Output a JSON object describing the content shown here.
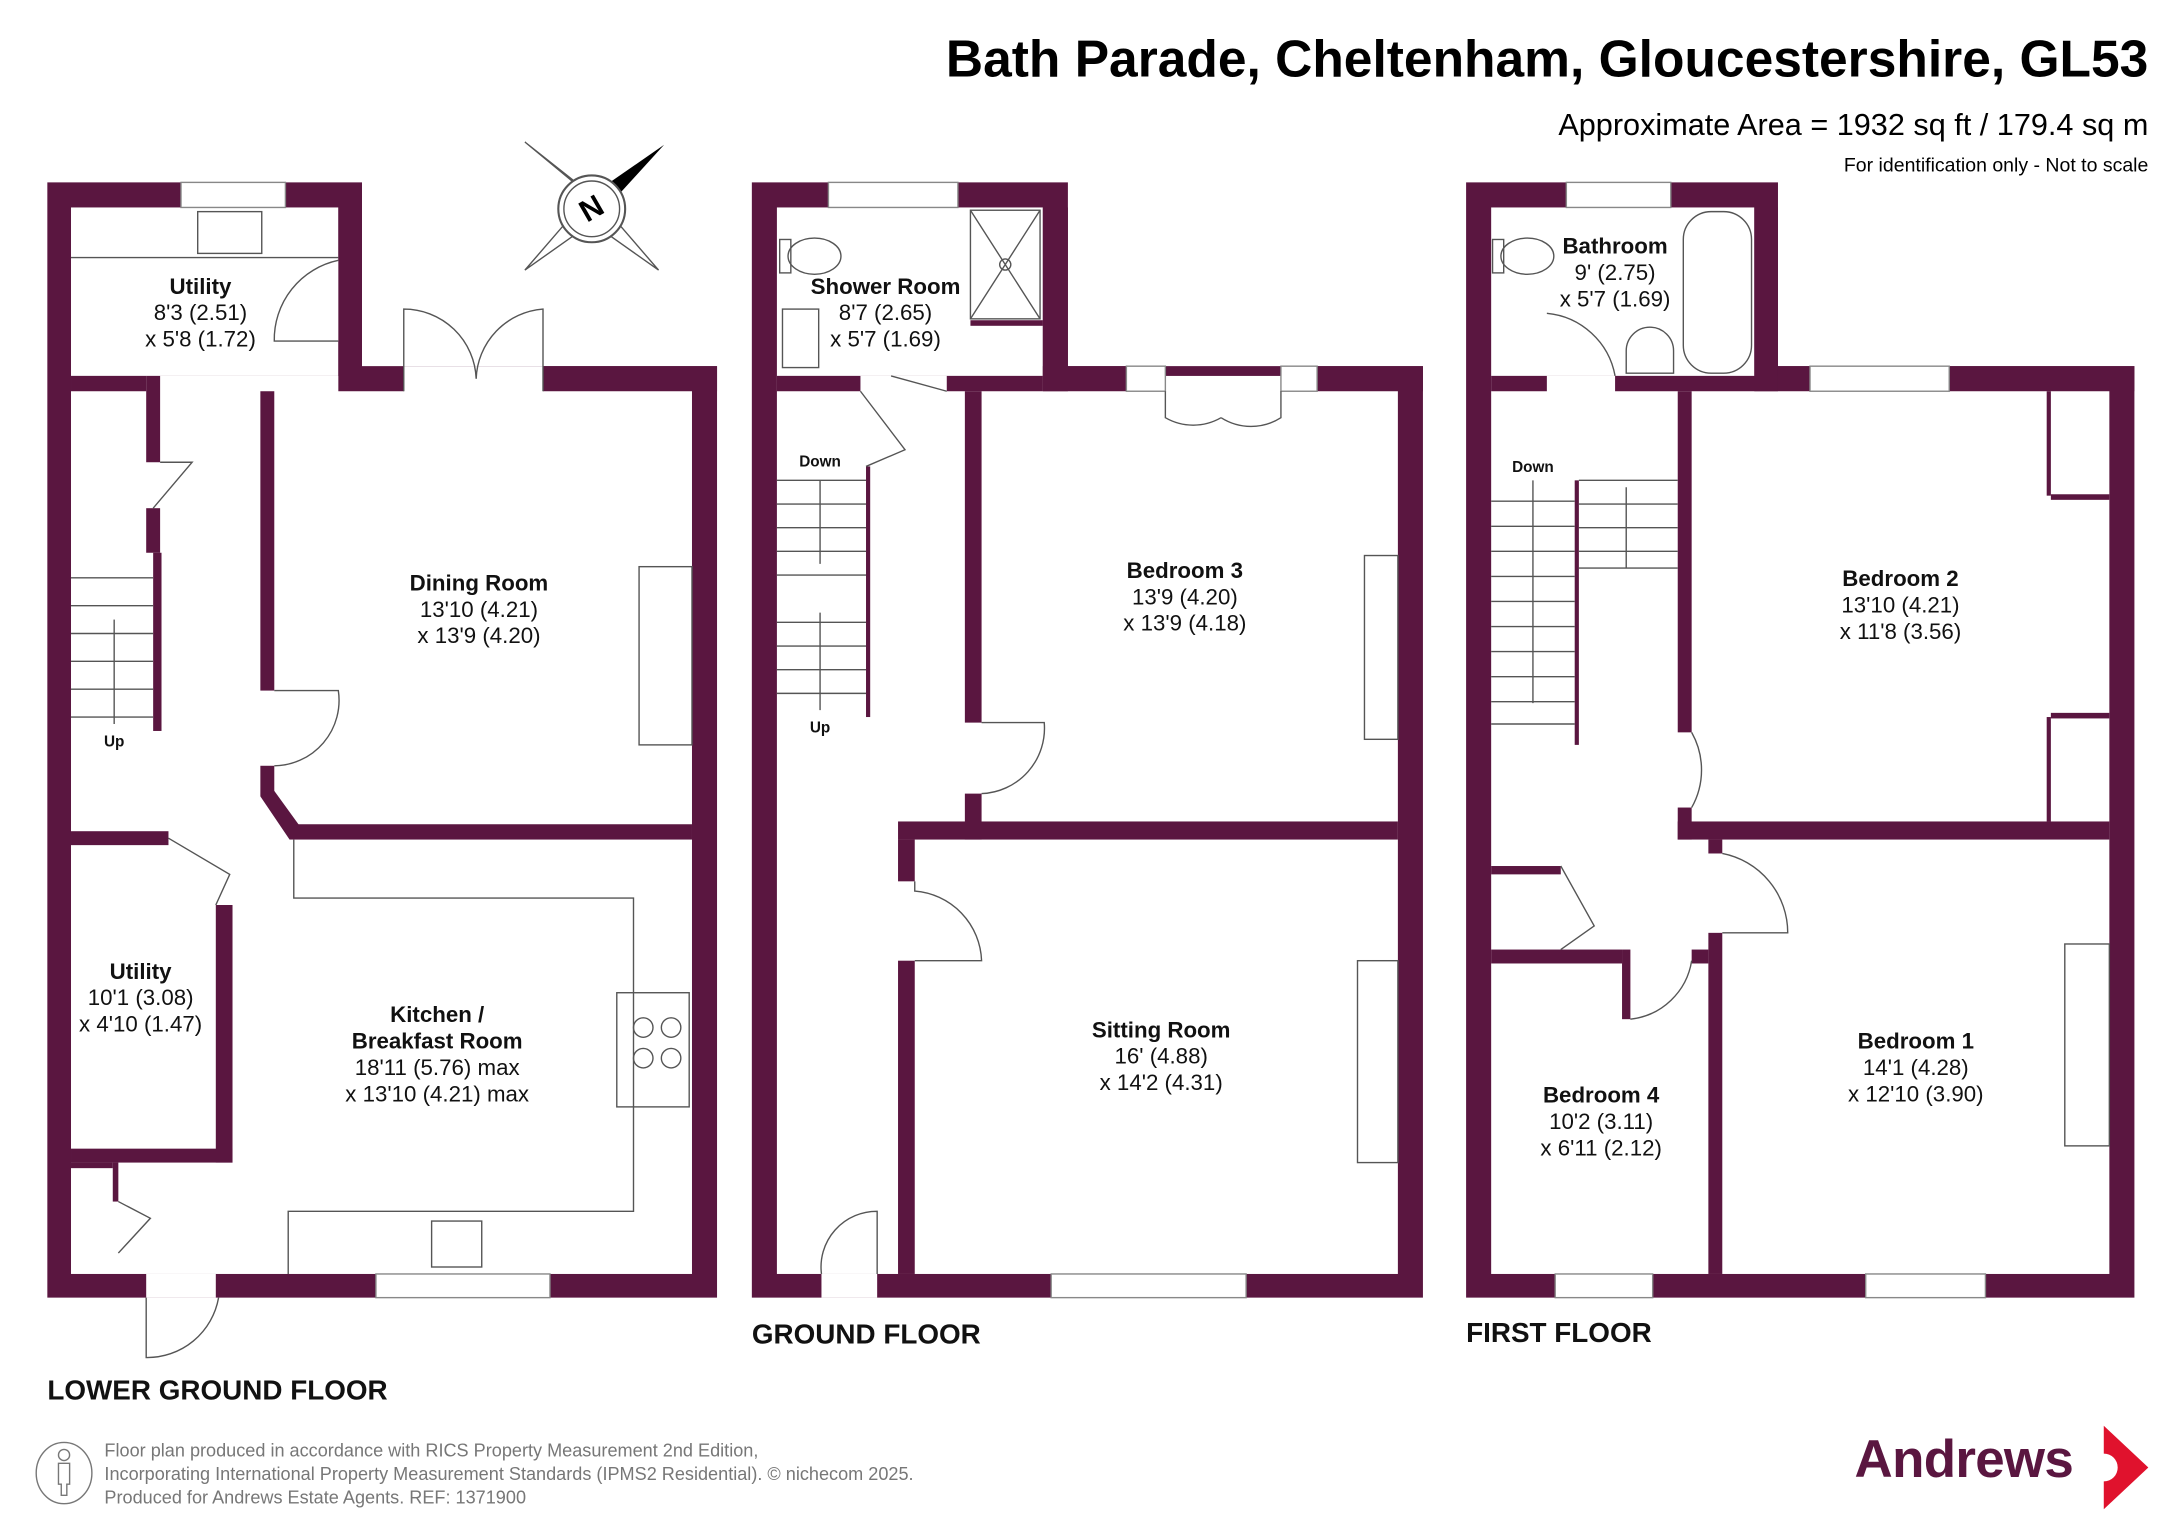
{
  "header": {
    "title": "Bath Parade, Cheltenham, Gloucestershire, GL53",
    "area": "Approximate Area = 1932 sq ft / 179.4 sq m",
    "disclaimer": "For identification only - Not to scale"
  },
  "compass": {
    "label": "N"
  },
  "colors": {
    "wall": "#5a1640",
    "logo_arrow": "#e0122d"
  },
  "floors": [
    {
      "name": "LOWER GROUND FLOOR",
      "stairs": [
        "Up"
      ],
      "rooms": [
        {
          "name": "Utility",
          "dims": [
            "8'3 (2.51)",
            "x 5'8 (1.72)"
          ]
        },
        {
          "name": "Dining Room",
          "dims": [
            "13'10 (4.21)",
            "x 13'9 (4.20)"
          ]
        },
        {
          "name": "Utility",
          "dims": [
            "10'1 (3.08)",
            "x 4'10 (1.47)"
          ]
        },
        {
          "name": "Kitchen / Breakfast Room",
          "dims": [
            "18'11 (5.76) max",
            "x 13'10 (4.21) max"
          ]
        }
      ]
    },
    {
      "name": "GROUND FLOOR",
      "stairs": [
        "Down",
        "Up"
      ],
      "rooms": [
        {
          "name": "Shower Room",
          "dims": [
            "8'7 (2.65)",
            "x 5'7 (1.69)"
          ]
        },
        {
          "name": "Bedroom 3",
          "dims": [
            "13'9 (4.20)",
            "x 13'9 (4.18)"
          ]
        },
        {
          "name": "Sitting Room",
          "dims": [
            "16' (4.88)",
            "x 14'2 (4.31)"
          ]
        }
      ]
    },
    {
      "name": "FIRST FLOOR",
      "stairs": [
        "Down"
      ],
      "rooms": [
        {
          "name": "Bathroom",
          "dims": [
            "9' (2.75)",
            "x 5'7 (1.69)"
          ]
        },
        {
          "name": "Bedroom 2",
          "dims": [
            "13'10 (4.21)",
            "x 11'8 (3.56)"
          ]
        },
        {
          "name": "Bedroom 4",
          "dims": [
            "10'2 (3.11)",
            "x 6'11 (2.12)"
          ]
        },
        {
          "name": "Bedroom 1",
          "dims": [
            "14'1 (4.28)",
            "x 12'10 (3.90)"
          ]
        }
      ]
    }
  ],
  "footer": {
    "lines": [
      "Floor plan produced in accordance with RICS Property Measurement 2nd Edition,",
      "Incorporating International Property Measurement Standards (IPMS2 Residential).   © nichecom 2025.",
      "Produced for Andrews Estate Agents.   REF: 1371900"
    ]
  },
  "logo": {
    "text": "Andrews"
  }
}
